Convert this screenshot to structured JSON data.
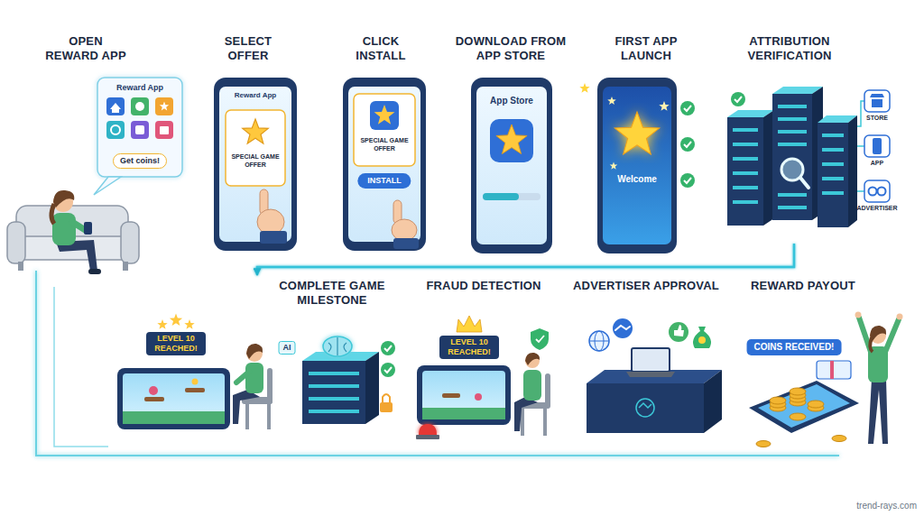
{
  "diagram": {
    "nodes": [
      {
        "text": [
          "OPEN REWARD APP",
          "Reward App",
          "Get coins!"
        ]
      },
      {
        "text": [
          "SELECT OFFER",
          "Reward App",
          "SPECIAL GAME OFFER"
        ]
      },
      {
        "text": [
          "CLICK INSTALL",
          "SPECIAL GAME OFFER",
          "INSTALL"
        ]
      },
      {
        "text": [
          "DOWNLOAD FROM APP STORE",
          "App Store"
        ]
      },
      {
        "text": [
          "FIRST APP LAUNCH",
          "Welcome"
        ]
      },
      {
        "text": [
          "ATTRIBUTION VERIFICATION",
          "STORE",
          "APP",
          "ADVERTISER"
        ]
      },
      {
        "text": [
          "COMPLETE GAME MILESTONE",
          "LEVEL 10 REACHED!",
          "AI"
        ]
      },
      {
        "text": [
          "FRAUD DETECTION",
          "LEVEL 10 REACHED!"
        ]
      },
      {
        "text": [
          "ADVERTISER APPROVAL"
        ]
      },
      {
        "text": [
          "REWARD PAYOUT",
          "COINS RECEIVED!"
        ]
      }
    ],
    "edges": [
      {
        "from": 0,
        "to": 1,
        "arrow": "to"
      },
      {
        "from": 1,
        "to": 2,
        "arrow": "to"
      },
      {
        "from": 2,
        "to": 3,
        "arrow": "to"
      },
      {
        "from": 3,
        "to": 4,
        "arrow": "to"
      },
      {
        "from": 4,
        "to": 5,
        "arrow": "to"
      },
      {
        "from": 5,
        "to": 6,
        "arrow": "to"
      },
      {
        "from": 6,
        "to": 7,
        "arrow": "to"
      },
      {
        "from": 7,
        "to": 8,
        "arrow": "to"
      },
      {
        "from": 8,
        "to": 9,
        "arrow": "to"
      }
    ],
    "labels": [
      "trend-rays.com"
    ]
  }
}
